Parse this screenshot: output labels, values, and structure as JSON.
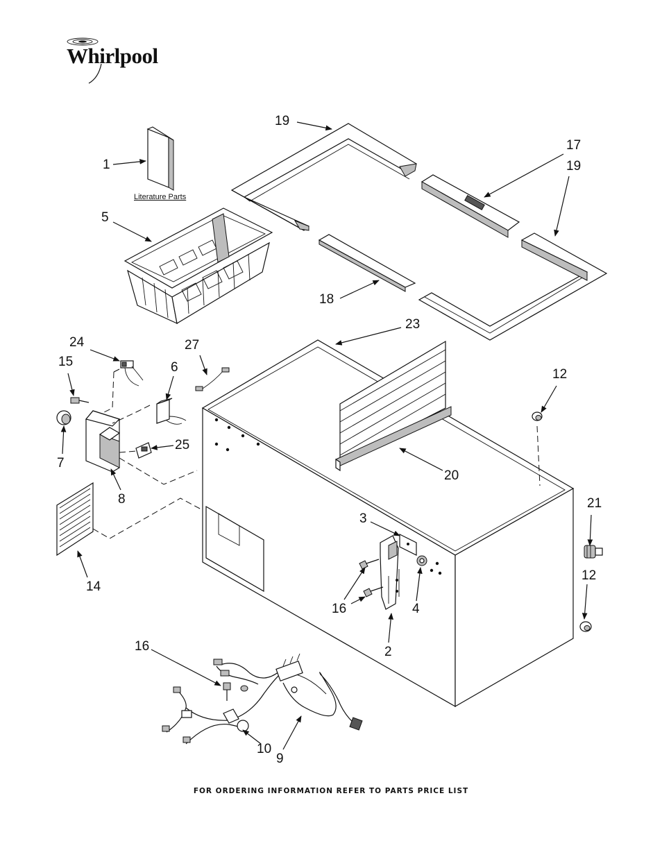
{
  "brand": {
    "name": "Whirlpool"
  },
  "labels": {
    "literature": "Literature Parts",
    "footer": "FOR ORDERING INFORMATION REFER TO PARTS PRICE LIST"
  },
  "callouts": [
    {
      "id": "c1",
      "text": "1"
    },
    {
      "id": "c5",
      "text": "5"
    },
    {
      "id": "c19a",
      "text": "19"
    },
    {
      "id": "c17",
      "text": "17"
    },
    {
      "id": "c19b",
      "text": "19"
    },
    {
      "id": "c18",
      "text": "18"
    },
    {
      "id": "c23",
      "text": "23"
    },
    {
      "id": "c24",
      "text": "24"
    },
    {
      "id": "c15",
      "text": "15"
    },
    {
      "id": "c27",
      "text": "27"
    },
    {
      "id": "c6",
      "text": "6"
    },
    {
      "id": "c12a",
      "text": "12"
    },
    {
      "id": "c7",
      "text": "7"
    },
    {
      "id": "c25",
      "text": "25"
    },
    {
      "id": "c20",
      "text": "20"
    },
    {
      "id": "c8",
      "text": "8"
    },
    {
      "id": "c3",
      "text": "3"
    },
    {
      "id": "c21",
      "text": "21"
    },
    {
      "id": "c14",
      "text": "14"
    },
    {
      "id": "c12b",
      "text": "12"
    },
    {
      "id": "c16a",
      "text": "16"
    },
    {
      "id": "c4",
      "text": "4"
    },
    {
      "id": "c2",
      "text": "2"
    },
    {
      "id": "c16b",
      "text": "16"
    },
    {
      "id": "c10",
      "text": "10"
    },
    {
      "id": "c9",
      "text": "9"
    }
  ]
}
